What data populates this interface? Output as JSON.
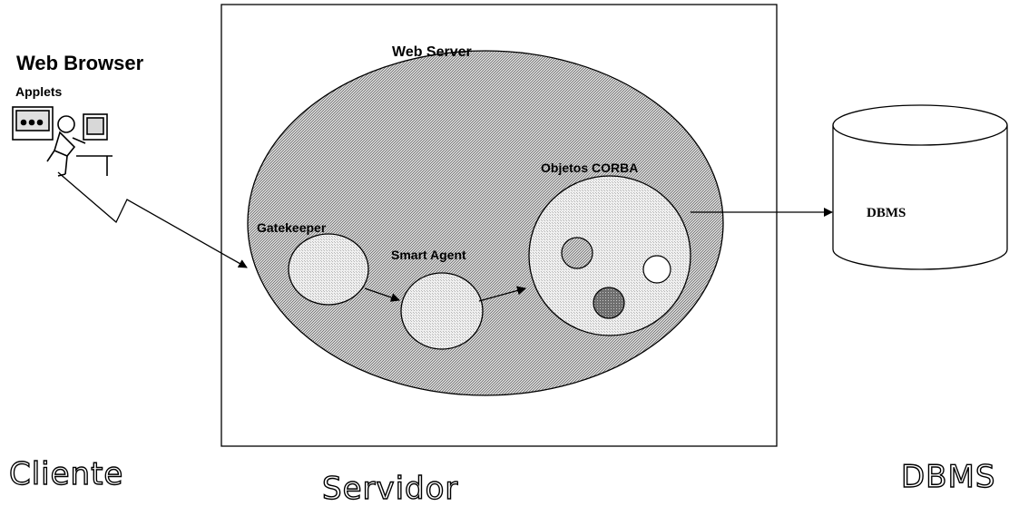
{
  "client": {
    "browser_label": "Web Browser",
    "applets_label": "Applets",
    "icon": "user-at-computer-icon",
    "caption": "Cliente"
  },
  "server": {
    "web_server_label": "Web Server",
    "gatekeeper_label": "Gatekeeper",
    "smart_agent_label": "Smart Agent",
    "corba_label": "Objetos CORBA",
    "caption": "Servidor"
  },
  "dbms": {
    "label": "DBMS",
    "caption": "DBMS",
    "icon": "database-cylinder-icon"
  },
  "colors": {
    "ellipse_fill": "#b4b4b4",
    "circle_fill": "#e4e4e4",
    "dark_object": "#8a8a8a",
    "stroke": "#000000"
  }
}
